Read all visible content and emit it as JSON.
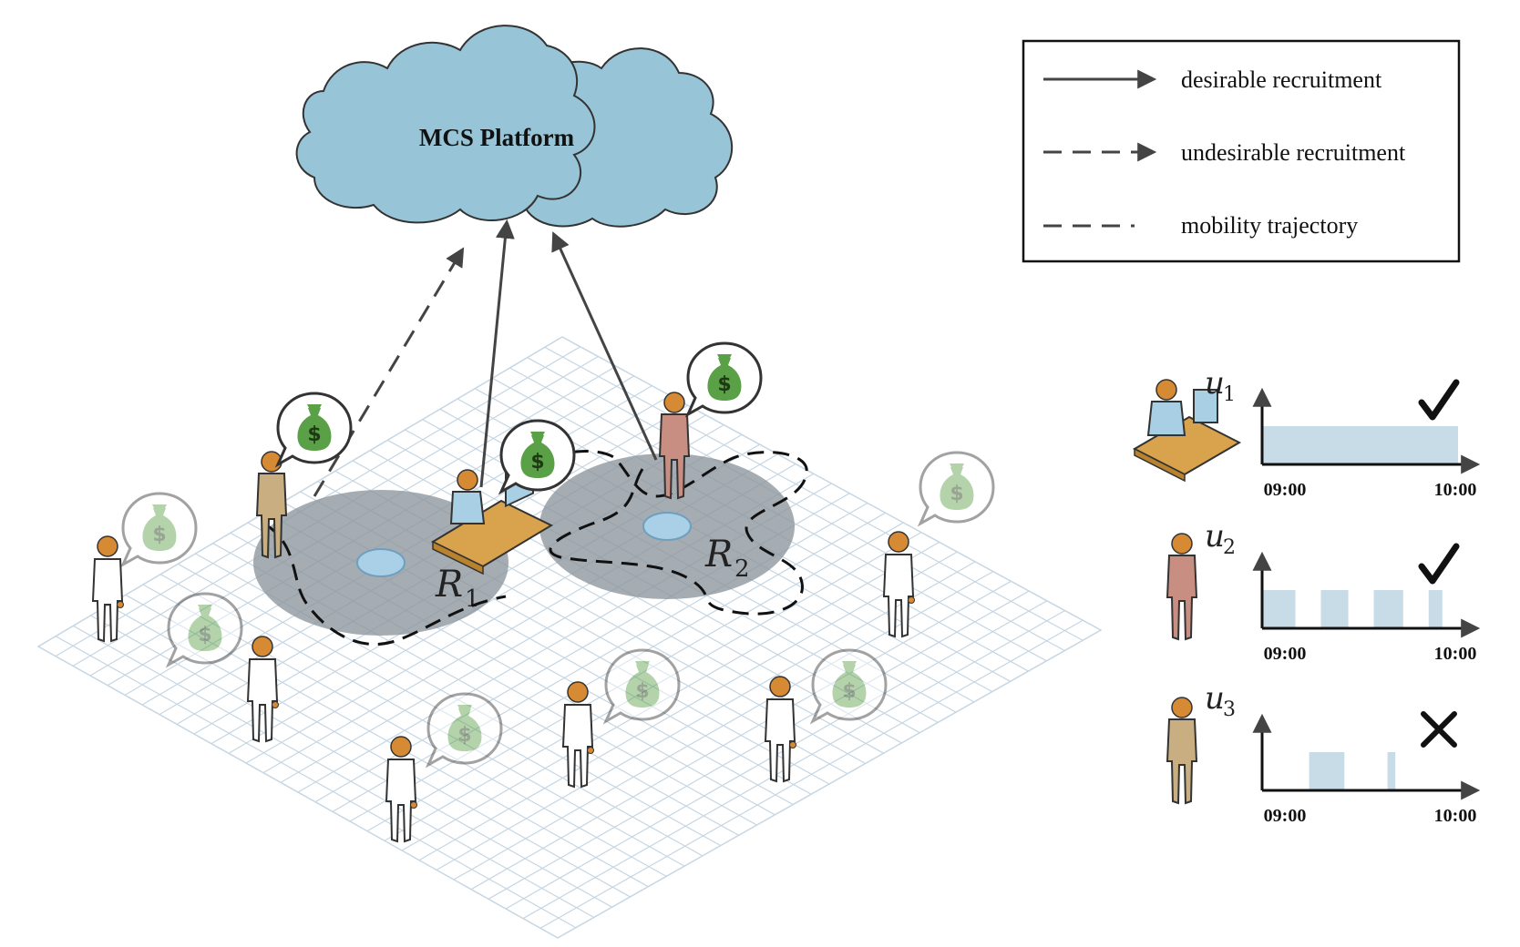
{
  "platform": {
    "title": "MCS Platform"
  },
  "legend": {
    "items": [
      {
        "label": "desirable recruitment",
        "style": "solid-arrow"
      },
      {
        "label": "undesirable recruitment",
        "style": "dashed-arrow"
      },
      {
        "label": "mobility trajectory",
        "style": "dashed-line"
      }
    ]
  },
  "regions": [
    {
      "letter": "R",
      "sub": "1"
    },
    {
      "letter": "R",
      "sub": "2"
    }
  ],
  "timelines": [
    {
      "user": "u",
      "sub": "1",
      "mark": "check-icon",
      "start": "09:00",
      "end": "10:00",
      "intervals": [
        [
          0.0,
          1.0
        ]
      ]
    },
    {
      "user": "u",
      "sub": "2",
      "mark": "check-icon",
      "start": "09:00",
      "end": "10:00",
      "intervals": [
        [
          0.0,
          0.17
        ],
        [
          0.3,
          0.44
        ],
        [
          0.57,
          0.72
        ],
        [
          0.85,
          0.92
        ]
      ]
    },
    {
      "user": "u",
      "sub": "3",
      "mark": "cross-icon",
      "start": "09:00",
      "end": "10:00",
      "intervals": [
        [
          0.24,
          0.42
        ],
        [
          0.64,
          0.68
        ]
      ]
    }
  ],
  "colors": {
    "cloud": "#97c4d6",
    "grid": "#c6d6e3",
    "region": "#8e979f",
    "region_center": "#a9d0e6",
    "interval": "#c7dce6",
    "money_bag": "#5aa046",
    "skin": "#d58a33",
    "user1_shirt": "#a8cfe4",
    "user2_body": "#c88e82",
    "user3_body": "#c9ae82"
  }
}
